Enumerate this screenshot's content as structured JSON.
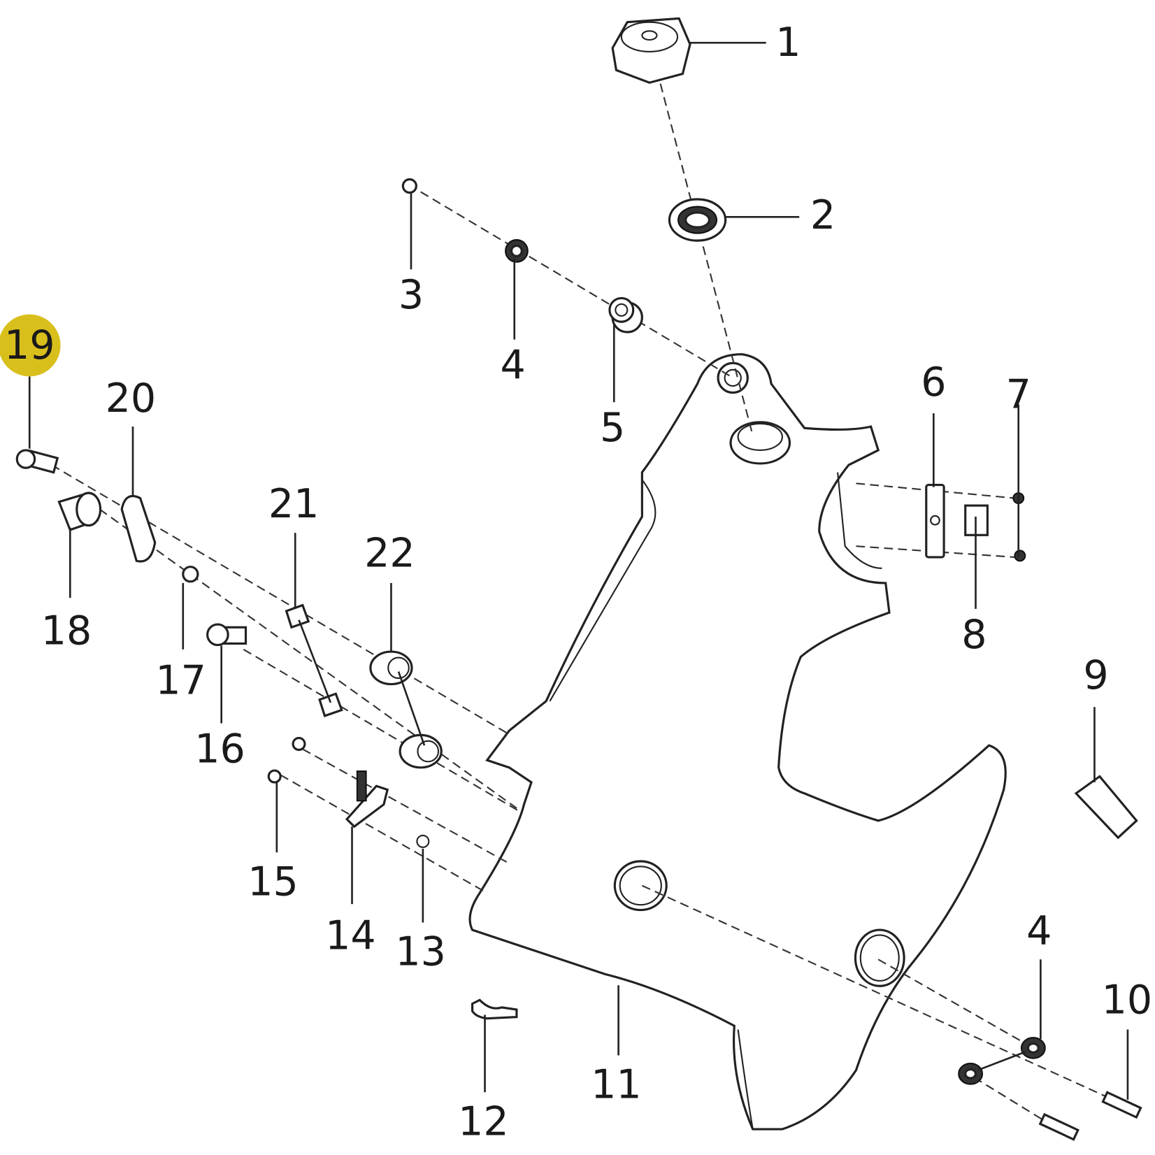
{
  "diagram": {
    "highlight_color": "#d9bf1c",
    "callouts": [
      {
        "id": "c1",
        "label": "1"
      },
      {
        "id": "c2",
        "label": "2"
      },
      {
        "id": "c3",
        "label": "3"
      },
      {
        "id": "c4a",
        "label": "4"
      },
      {
        "id": "c5",
        "label": "5"
      },
      {
        "id": "c6",
        "label": "6"
      },
      {
        "id": "c7",
        "label": "7"
      },
      {
        "id": "c8",
        "label": "8"
      },
      {
        "id": "c9",
        "label": "9"
      },
      {
        "id": "c10",
        "label": "10"
      },
      {
        "id": "c11",
        "label": "11"
      },
      {
        "id": "c12",
        "label": "12"
      },
      {
        "id": "c13",
        "label": "13"
      },
      {
        "id": "c14",
        "label": "14"
      },
      {
        "id": "c15",
        "label": "15"
      },
      {
        "id": "c16",
        "label": "16"
      },
      {
        "id": "c17",
        "label": "17"
      },
      {
        "id": "c18",
        "label": "18"
      },
      {
        "id": "c19",
        "label": "19",
        "highlighted": true
      },
      {
        "id": "c20",
        "label": "20"
      },
      {
        "id": "c21",
        "label": "21"
      },
      {
        "id": "c22",
        "label": "22"
      },
      {
        "id": "c4b",
        "label": "4"
      }
    ]
  }
}
